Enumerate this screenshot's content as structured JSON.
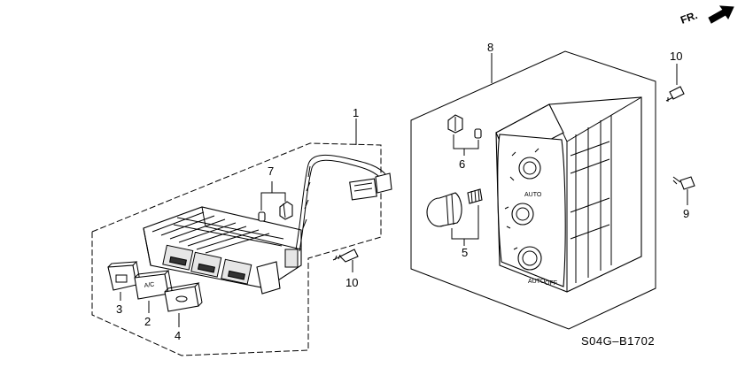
{
  "orientation": {
    "label": "FR."
  },
  "diagram_code": "S04G–B1702",
  "callouts": {
    "c1": "1",
    "c2": "2",
    "c3": "3",
    "c4": "4",
    "c5": "5",
    "c6": "6",
    "c7": "7",
    "c8": "8",
    "c9": "9",
    "c10a": "10",
    "c10b": "10"
  },
  "panel_text": {
    "auto": "AUTO",
    "off": "OFF",
    "ac": "A/C"
  },
  "icons": [
    "arrow-right-icon"
  ]
}
